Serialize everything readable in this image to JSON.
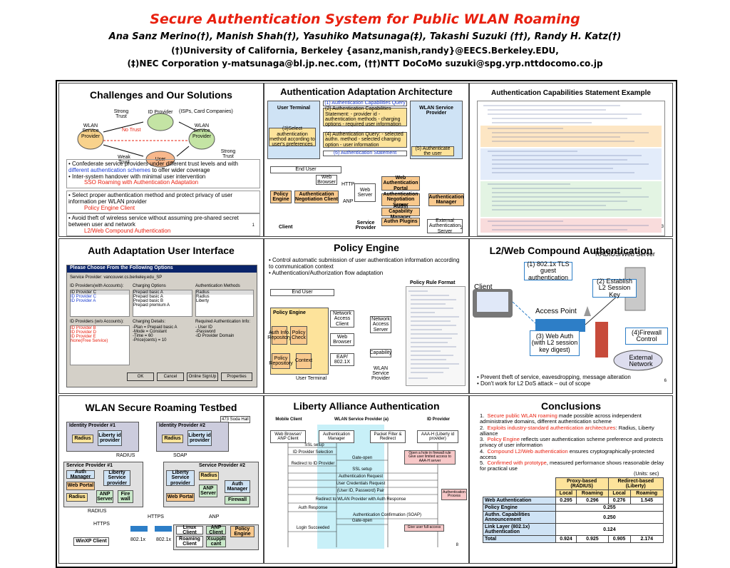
{
  "header": {
    "title": "Secure Authentication System for Public WLAN Roaming",
    "authors": "Ana Sanz Merino(†), Manish Shah(†), Yasuhiko Matsunaga(‡), Takashi Suzuki (††), Randy H. Katz(†)",
    "aff1": "(†)University of California, Berkeley  {asanz,manish,randy}@EECS.Berkeley.EDU,",
    "aff2": "(‡)NEC Corporation y-matsunaga@bl.jp.nec.com, (††)NTT DoCoMo suzuki@spg.yrp.nttdocomo.co.jp"
  },
  "panel1": {
    "title": "Challenges and Our Solutions",
    "nodes": {
      "idp": "ID Provider",
      "isp": "(ISPs, Card Companies)",
      "wlan_left": "WLAN Service Provider",
      "wlan_right": "WLAN Service Provider",
      "user": "User",
      "strong_trust_top": "Strong Trust",
      "no_trust": "No Trust",
      "weak_trust": "Weak Trust",
      "strong_trust_right": "Strong Trust"
    },
    "bullets": [
      {
        "text": "Confederate service providers under different trust levels and with",
        "blue": "different authentication schemes",
        "rest": " to offer wider coverage",
        "text2": "Inter-system handover with minimal user intervention",
        "sol": "SSO Roaming with Authentication Adaptation"
      },
      {
        "text": "Select proper authentication method and protect privacy of user information per WLAN provider",
        "sol": "Policy Engine Client"
      },
      {
        "text": "Avoid theft of wireless service without assuming pre-shared secret between user and network",
        "sol": "L2/Web Compound Authentication"
      }
    ],
    "page": "1"
  },
  "panel2": {
    "title": "Authentication Adaptation Architecture",
    "user_terminal": "User Terminal",
    "wlan_sp": "WLAN Service Provider",
    "steps": [
      "(1) Authentication Capabilities Query",
      "(2) Authentication Capabilities Statement: - provider id - authentication methods - charging options - required user information",
      "(3)Select authentication method according to user's preferences",
      "(4) Authentication Query: - selected authn. method - selected charging option - user information",
      "(5) Authenticate the user",
      "(6) Authentication Statement"
    ],
    "diagram": {
      "end_user": "End User",
      "web_browser": "Web Browser",
      "web_server": "Web Server",
      "http": "HTTP",
      "policy_engine": "Policy Engine",
      "auth_neg_client": "Authentication Negotiation Client",
      "anp": "ANP",
      "web_auth_portal": "Web Authentication Portal",
      "auth_neg_server": "Authentication Negotiation Server",
      "auth_cap_mgr": "Authn Capability Manager",
      "auth_mgr": "Authentication Manager",
      "auth_plugins": "Authn Plugins",
      "ext_auth": "External Authentication Server",
      "client": "Client",
      "service_provider": "Service Provider"
    },
    "page": "2"
  },
  "panel3": {
    "title": "Authentication Capabilities Statement Example",
    "page": "3"
  },
  "panel4": {
    "title": "Auth Adaptation User Interface",
    "dialog_title": "Please Choose From the Following Options",
    "service_provider": "Service Provider: vancouver.cs.berkeley.edu_SP",
    "headers": [
      "ID Providers(with Accounts):",
      "Charging Options",
      "Authentication Methods"
    ],
    "idp_list": [
      "ID Provider C",
      "ID Provider A"
    ],
    "charging": [
      "Prepaid basic A",
      "Prepaid basic A",
      "Prepaid basic B",
      "Prepaid premium A"
    ],
    "methods": [
      "Radius",
      "Radius",
      "Liberty"
    ],
    "headers2": [
      "ID Providers (w/o Accounts):",
      "Charging Details:",
      "Required Authentication Info:"
    ],
    "idp_list2": [
      "ID Provider B",
      "ID Provider D",
      "ID Provider E",
      "None(Free Service)"
    ],
    "details": [
      "-Plan = Prepaid basic A",
      "-Mode = Constant",
      "-Time = 60",
      "-Price(cents) = 10"
    ],
    "req_info": [
      "- User ID",
      "-Password",
      "-ID Provider Domain"
    ],
    "buttons": [
      "OK",
      "Cancel",
      "Online SignUp",
      "Properties"
    ]
  },
  "panel5": {
    "title": "Policy Engine",
    "bullets": [
      "Control automatic submission of user authentication information according to communication context",
      "Authentication/Authorization flow adaptation"
    ],
    "policy_rule_format": "Policy Rule Format",
    "labels": {
      "end_user": "End User",
      "policy_engine": "Policy Engine",
      "auth_info_repo": "Auth Info. Repository",
      "policy_check": "Policy Check",
      "policy_repo": "Policy Repository",
      "context": "Context",
      "user_terminal": "User Terminal",
      "nac": "Network Access Client",
      "web_browser": "Web Browser",
      "eap": "EAP/ 802.1X",
      "nas": "Network Access Server",
      "capability": "Capability",
      "wlan_sp": "WLAN Service Provider"
    }
  },
  "panel6": {
    "title": "L2/Web Compound Authentication",
    "radius_server": "RADIUS/Web Server",
    "steps": [
      "(1) 802.1x TLS guest authentication",
      "(2) Establish L2 Session Key",
      "(3) Web Auth (with L2 session key digest)",
      "(4)Firewall Control"
    ],
    "client": "Client",
    "access_point": "Access Point",
    "external_network": "External Network",
    "bullets": [
      "Prevent theft of service, eavesdropping, message alteration",
      "Don't work for L2 DoS attack – out of scope"
    ],
    "page": "6"
  },
  "panel7": {
    "title": "WLAN Secure Roaming Testbed",
    "soda_hall": "473 Soda Hall",
    "idp1": "Identity Provider #1",
    "idp2": "Identity Provider #2",
    "sp1": "Service Provider #1",
    "sp2": "Service Provider #2",
    "boxes": [
      "Radius",
      "Liberty id provider",
      "Radius",
      "Liberty id provider",
      "Auth Manager",
      "Liberty Service provider",
      "Web Portal",
      "Radius",
      "ANP Server",
      "Fire wall",
      "Liberty Service provider",
      "Radius",
      "Web Portal",
      "ANP Server",
      "Auth Manager",
      "Firewall",
      "Linux Client",
      "ANP Client",
      "Policy Engine",
      "Roaming Client",
      "Xsuppli cant",
      "WinXP Client"
    ],
    "links": [
      "RADIUS",
      "SOAP",
      "RADIUS",
      "HTTPS",
      "HTTPS",
      "ANP",
      "802.1x",
      "802.1x"
    ]
  },
  "panel8": {
    "title": "Liberty Alliance Authentication",
    "cols": [
      "Mobile Client",
      "WLAN Service Provider (a)",
      "ID Provider"
    ],
    "actors": [
      "Web Browser/ ANP Client",
      "Authentication Manager",
      "Packet Filter & Redirect",
      "AAA-H (Liberty id provider)"
    ],
    "msgs": [
      "SSL setup",
      "ID Provider Selection",
      "Gate-open",
      "Redirect to ID Provider",
      "SSL setup",
      "Authentication Request",
      "User Credentials Request",
      "(User ID, Password) Pair",
      "Redirect to WLAN Provider with Auth Response",
      "Auth Response",
      "Authentication Confirmation (SOAP)",
      "Gate-open",
      "Login Succeeded"
    ],
    "notes": [
      "Open a hole in firewall rule Give user limited access to AAA-H server",
      "Authentication Process",
      "Give user full-access"
    ],
    "page": "8"
  },
  "panel9": {
    "title": "Conclusions",
    "items": [
      {
        "hl": "Secure public WLAN roaming",
        "rest": " made possible across independent administrative domains, different authentication scheme"
      },
      {
        "hl": "Exploits industry-standard authentication architectures",
        "rest": ": Radius, Liberty alliance"
      },
      {
        "hl": "Policy Engine",
        "rest": " reflects user authentication scheme preference and protects privacy of user information"
      },
      {
        "hl": "Compound L2/Web authentication",
        "rest": " ensures cryptographically-protected access"
      },
      {
        "hl": "Confirmed with prototype",
        "rest": ", measured performance shows reasonable delay for practical use"
      }
    ],
    "units": "(Units: sec)",
    "table": {
      "group_headers": [
        "Proxy-based (RADIUS)",
        "Redirect-based (Liberty)"
      ],
      "sub_headers": [
        "Local",
        "Roaming",
        "Local",
        "Roaming"
      ],
      "rows": [
        {
          "label": "Web Authentication",
          "vals": [
            "0.295",
            "0.296",
            "0.276",
            "1.545"
          ]
        },
        {
          "label": "Policy Engine",
          "vals": [
            "0.255"
          ]
        },
        {
          "label": "Authn. Capabilities Announcement",
          "vals": [
            "0.250"
          ]
        },
        {
          "label": "Link Layer (802.1x) Authentication",
          "vals": [
            "0.124"
          ]
        },
        {
          "label": "Total",
          "vals": [
            "0.924",
            "0.925",
            "0.905",
            "2.174"
          ]
        }
      ]
    }
  }
}
